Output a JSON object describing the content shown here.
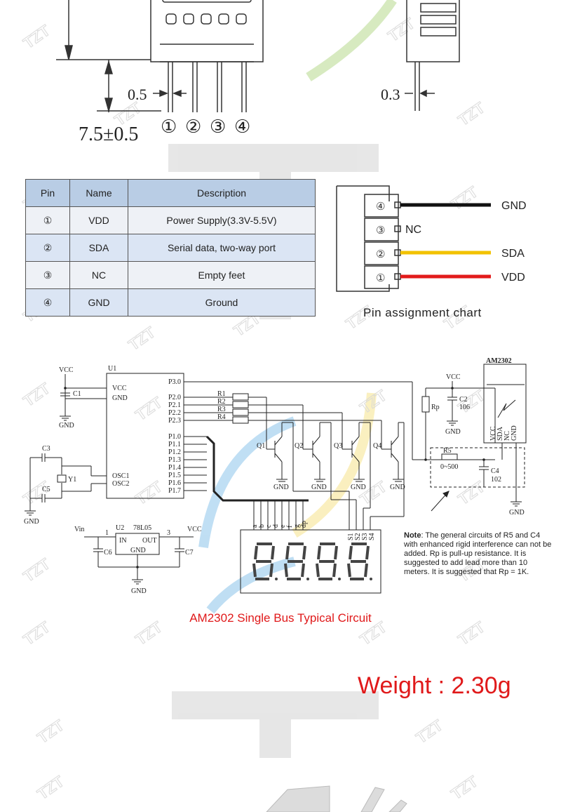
{
  "dimensions": {
    "pin_width": "0.5",
    "side_pin_width": "0.3",
    "pin_length": "7.5±0.5",
    "pin_numbers": [
      "①",
      "②",
      "③",
      "④"
    ]
  },
  "pin_table": {
    "headers": [
      "Pin",
      "Name",
      "Description"
    ],
    "rows": [
      {
        "pin": "①",
        "name": "VDD",
        "description": "Power Supply(3.3V-5.5V)"
      },
      {
        "pin": "②",
        "name": "SDA",
        "description": "Serial data, two-way port"
      },
      {
        "pin": "③",
        "name": "NC",
        "description": "Empty feet"
      },
      {
        "pin": "④",
        "name": "GND",
        "description": "Ground"
      }
    ]
  },
  "pin_chart": {
    "caption": "Pin assignment chart",
    "pins": [
      {
        "num": "④",
        "label": "GND",
        "color": "#111111"
      },
      {
        "num": "③",
        "label": "NC",
        "color": ""
      },
      {
        "num": "②",
        "label": "SDA",
        "color": "#f2c200"
      },
      {
        "num": "①",
        "label": "VDD",
        "color": "#e21b1b"
      }
    ]
  },
  "circuit": {
    "caption": "AM2302 Single Bus Typical Circuit",
    "mcu_label": "U1",
    "mcu_left_pins": [
      "VCC",
      "GND",
      "OSC1",
      "OSC2"
    ],
    "mcu_right_pins": [
      "P3.0",
      "P2.0",
      "P2.1",
      "P2.2",
      "P2.3",
      "P1.0",
      "P1.1",
      "P1.2",
      "P1.3",
      "P1.4",
      "P1.5",
      "P1.6",
      "P1.7"
    ],
    "vcc": "VCC",
    "gnd": "GND",
    "resistors": [
      "R1",
      "R2",
      "R3",
      "R4"
    ],
    "transistors": [
      "Q1",
      "Q2",
      "Q3",
      "Q4"
    ],
    "capacitors": [
      "C1",
      "C3",
      "C5",
      "C6",
      "C7"
    ],
    "crystal": "Y1",
    "regulator_label": "U2",
    "regulator_part": "78L05",
    "regulator_in": "IN",
    "regulator_out": "OUT",
    "regulator_pin1": "1",
    "regulator_pin3": "3",
    "vin": "Vin",
    "sensor": "AM2302",
    "sensor_pins": [
      "VCC",
      "SDA",
      "NC",
      "GND"
    ],
    "rp": "Rp",
    "c2": "C2",
    "c2_value": "106",
    "r5": "R5",
    "r5_value": "0~500",
    "c4": "C4",
    "c4_value": "102",
    "segments": [
      "a",
      "b",
      "c",
      "d",
      "e",
      "f",
      "g",
      "dp"
    ],
    "digit_selects": [
      "S1",
      "S2",
      "S3",
      "S4"
    ]
  },
  "note": {
    "title": "Note",
    "text": ": The general circuits of R5 and C4 with enhanced rigid interference can not be added. Rp is pull-up resistance. It is suggested to add lead more than 10 meters. It is suggested that Rp = 1K."
  },
  "weight": "Weight : 2.30g",
  "watermark": "TZT"
}
